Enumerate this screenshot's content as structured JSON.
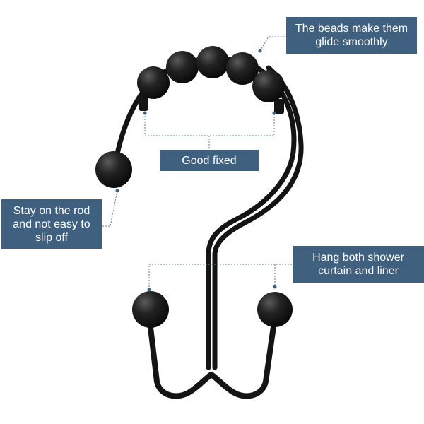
{
  "callouts": {
    "beads": "The beads make them glide smoothly",
    "fixed": "Good fixed",
    "stay": "Stay on the rod and not easy to slip off",
    "hang": "Hang both shower curtain and liner"
  },
  "colors": {
    "callout_bg": "#3f607f",
    "callout_text": "#ffffff",
    "hook": "#141414",
    "leader_line": "#5f7c95"
  }
}
